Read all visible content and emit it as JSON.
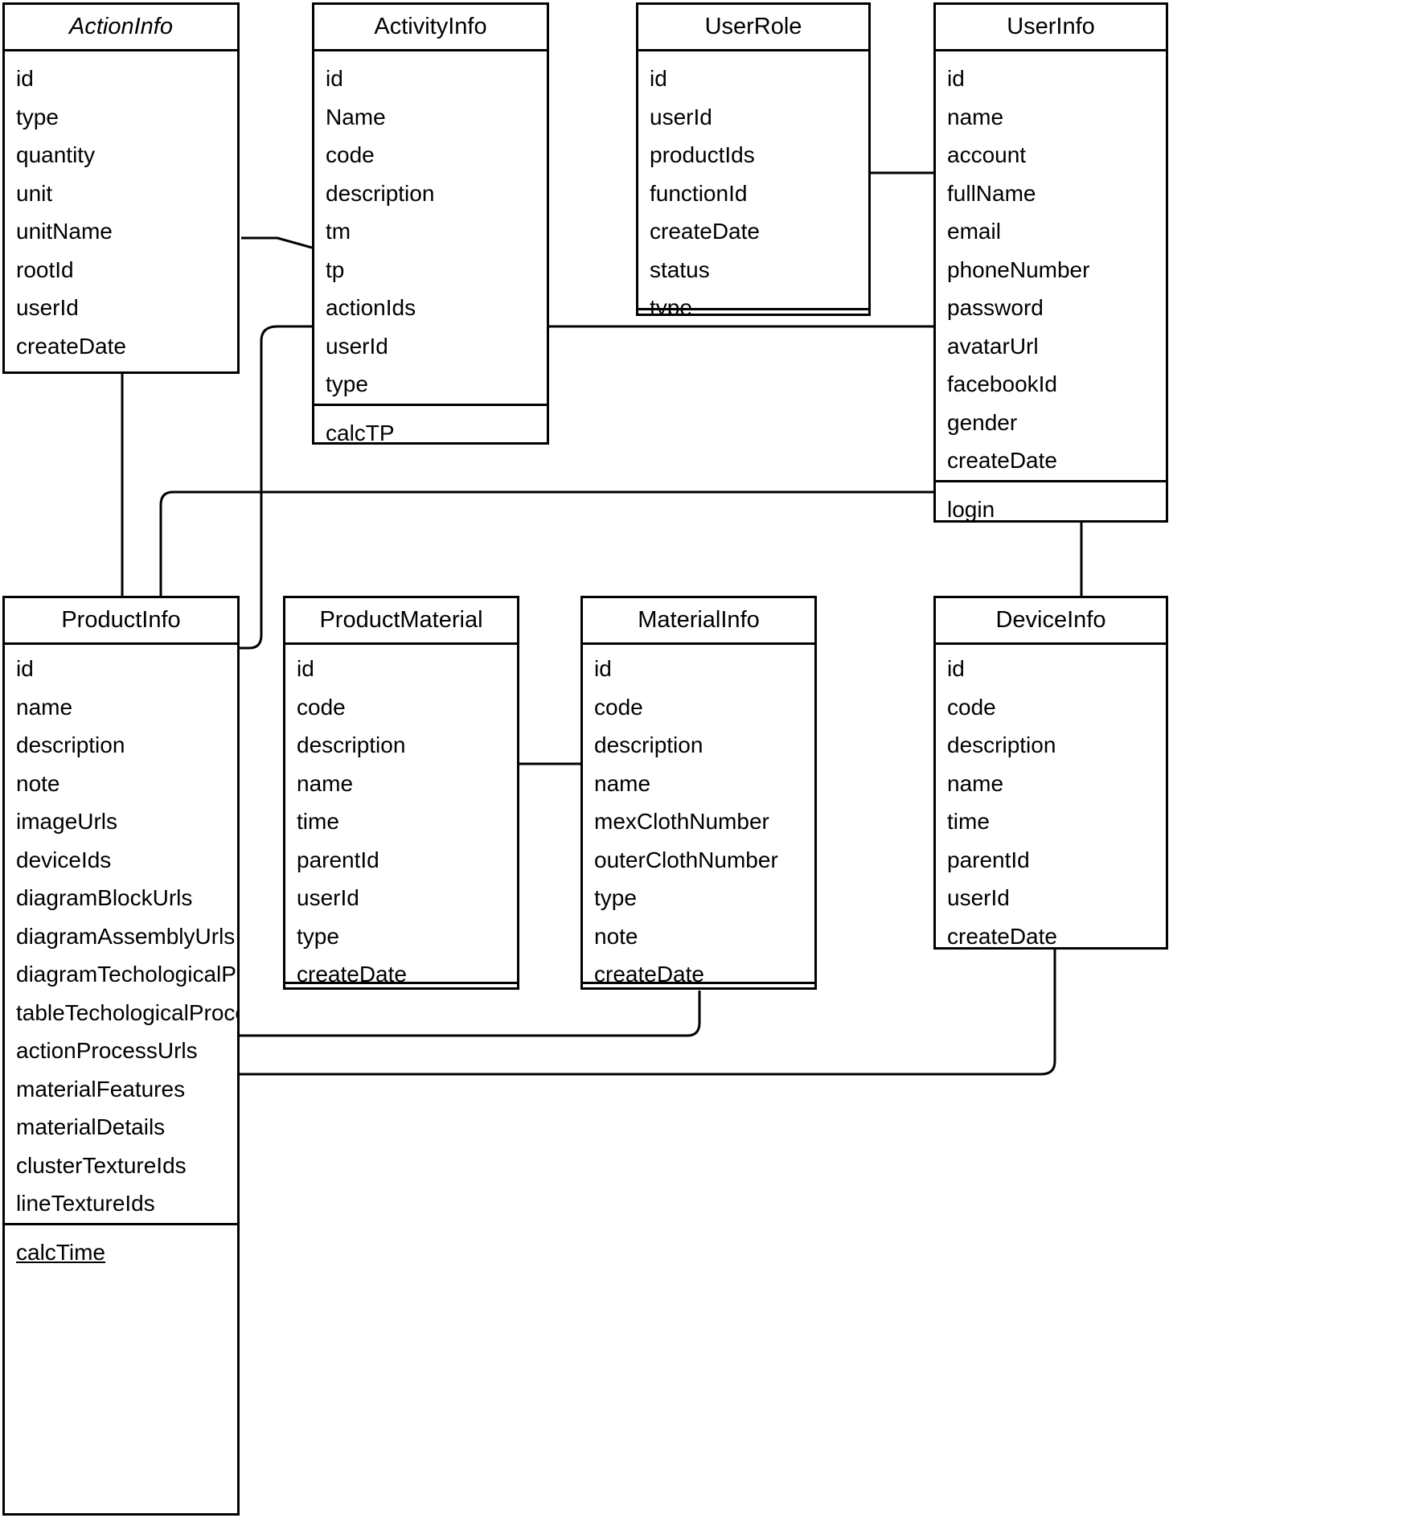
{
  "diagram": {
    "kind": "uml-class-diagram",
    "background": "#ffffff",
    "stroke": "#000000"
  },
  "classes": [
    {
      "key": "ActionInfo",
      "name": "ActionInfo",
      "abstract": true,
      "attributes": [
        "id",
        "type",
        "quantity",
        "unit",
        "unitName",
        "rootId",
        "userId",
        "createDate"
      ],
      "operations": []
    },
    {
      "key": "ActivityInfo",
      "name": "ActivityInfo",
      "abstract": false,
      "attributes": [
        "id",
        "Name",
        "code",
        "description",
        "tm",
        "tp",
        "actionIds",
        "userId",
        "type"
      ],
      "operations": [
        "calcTP"
      ]
    },
    {
      "key": "UserRole",
      "name": "UserRole",
      "abstract": false,
      "attributes": [
        "id",
        "userId",
        "productIds",
        "functionId",
        "createDate",
        "status",
        "type"
      ],
      "operations": []
    },
    {
      "key": "UserInfo",
      "name": "UserInfo",
      "abstract": false,
      "attributes": [
        "id",
        "name",
        "account",
        "fullName",
        "email",
        "phoneNumber",
        "password",
        "avatarUrl",
        "facebookId",
        "gender",
        "createDate"
      ],
      "operations": [
        "login"
      ]
    },
    {
      "key": "ProductInfo",
      "name": "ProductInfo",
      "abstract": false,
      "attributes": [
        "id",
        "name",
        "description",
        "note",
        "imageUrls",
        "deviceIds",
        "diagramBlockUrls",
        "diagramAssemblyUrls",
        "diagramTechologicalProcessUrls",
        "tableTechologicalProcessUrls",
        "actionProcessUrls",
        "materialFeatures",
        "materialDetails",
        "clusterTextureIds",
        "lineTextureIds"
      ],
      "operations": [
        "calcTime"
      ]
    },
    {
      "key": "ProductMaterial",
      "name": "ProductMaterial",
      "abstract": false,
      "attributes": [
        "id",
        "code",
        "description",
        "name",
        "time",
        "parentId",
        "userId",
        "type",
        "createDate"
      ],
      "operations": []
    },
    {
      "key": "MaterialInfo",
      "name": "MaterialInfo",
      "abstract": false,
      "attributes": [
        "id",
        "code",
        "description",
        "name",
        "mexClothNumber",
        "outerClothNumber",
        "type",
        "note",
        "createDate"
      ],
      "operations": []
    },
    {
      "key": "DeviceInfo",
      "name": "DeviceInfo",
      "abstract": false,
      "attributes": [
        "id",
        "code",
        "description",
        "name",
        "time",
        "parentId",
        "userId",
        "createDate"
      ],
      "operations": []
    }
  ],
  "associations": [
    {
      "from": "ActionInfo",
      "to": "ActivityInfo",
      "label": ""
    },
    {
      "from": "UserRole",
      "to": "UserInfo",
      "label": ""
    },
    {
      "from": "ActivityInfo",
      "to": "UserInfo",
      "label": ""
    },
    {
      "from": "ProductInfo",
      "to": "UserInfo",
      "label": ""
    },
    {
      "from": "ActionInfo",
      "to": "ProductInfo",
      "label": ""
    },
    {
      "from": "ActivityInfo",
      "to": "ProductInfo",
      "label": ""
    },
    {
      "from": "ProductMaterial",
      "to": "MaterialInfo",
      "label": ""
    },
    {
      "from": "ProductInfo",
      "to": "MaterialInfo",
      "label": ""
    },
    {
      "from": "UserInfo",
      "to": "DeviceInfo",
      "label": ""
    },
    {
      "from": "ProductInfo",
      "to": "DeviceInfo",
      "label": ""
    }
  ]
}
